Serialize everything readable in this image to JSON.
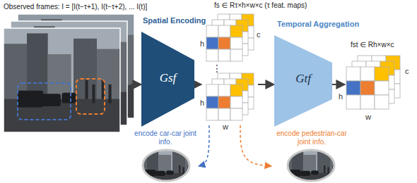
{
  "diagram": {
    "nodes": [
      {
        "text": [
          "Observed frames: I = [I(t−τ+1), I(t−τ+2), ... I(t)]"
        ]
      },
      {
        "text": [
          "Spatial Encoding",
          "Gsf"
        ]
      },
      {
        "text": [
          "fs ∈ Rτ×h×w×c (τ feat. maps)"
        ]
      },
      {
        "text": [
          "Temporal Aggregation",
          "Gtf"
        ]
      },
      {
        "text": [
          "fst ∈ Rh×w×c"
        ]
      },
      {
        "text": [
          "encode car-car joint info."
        ]
      },
      {
        "text": [
          "encode pedestrian-car joint info."
        ]
      }
    ],
    "edges": [
      {
        "from": 0,
        "to": 1,
        "arrow": "to"
      },
      {
        "from": 1,
        "to": 2,
        "arrow": "to"
      },
      {
        "from": 2,
        "to": 3,
        "arrow": "to"
      },
      {
        "from": 3,
        "to": 4,
        "arrow": "to"
      },
      {
        "from": 2,
        "to": 5,
        "arrow": "to"
      },
      {
        "from": 2,
        "to": 6,
        "arrow": "to"
      }
    ],
    "labels": [
      "h",
      "c",
      "⋮",
      "h",
      "w",
      "h",
      "w",
      "c"
    ]
  }
}
